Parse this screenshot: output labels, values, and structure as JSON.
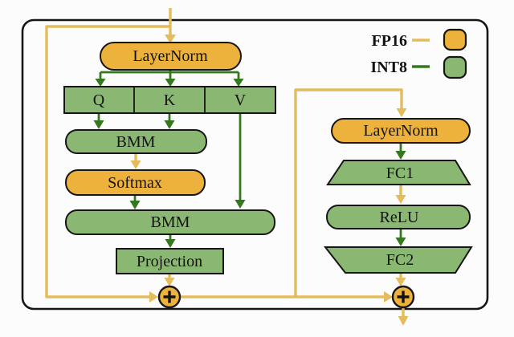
{
  "colors": {
    "orange_fill": "#ECB23C",
    "orange_line": "#E4BC5C",
    "green_fill": "#8AB873",
    "green_line": "#35791F",
    "outline": "#161616",
    "background": "#FCFCFC"
  },
  "legend": {
    "items": [
      {
        "label": "FP16",
        "swatch_color": "#ECB23C",
        "line_color": "#E4BC5C"
      },
      {
        "label": "INT8",
        "swatch_color": "#8AB873",
        "line_color": "#35791F"
      }
    ]
  },
  "attention_block": {
    "layernorm": "LayerNorm",
    "qkv": [
      "Q",
      "K",
      "V"
    ],
    "bmm1": "BMM",
    "softmax": "Softmax",
    "bmm2": "BMM",
    "projection": "Projection"
  },
  "ffn_block": {
    "layernorm": "LayerNorm",
    "fc1": "FC1",
    "relu": "ReLU",
    "fc2": "FC2"
  },
  "icons": {
    "residual_add": "plus-circle"
  }
}
